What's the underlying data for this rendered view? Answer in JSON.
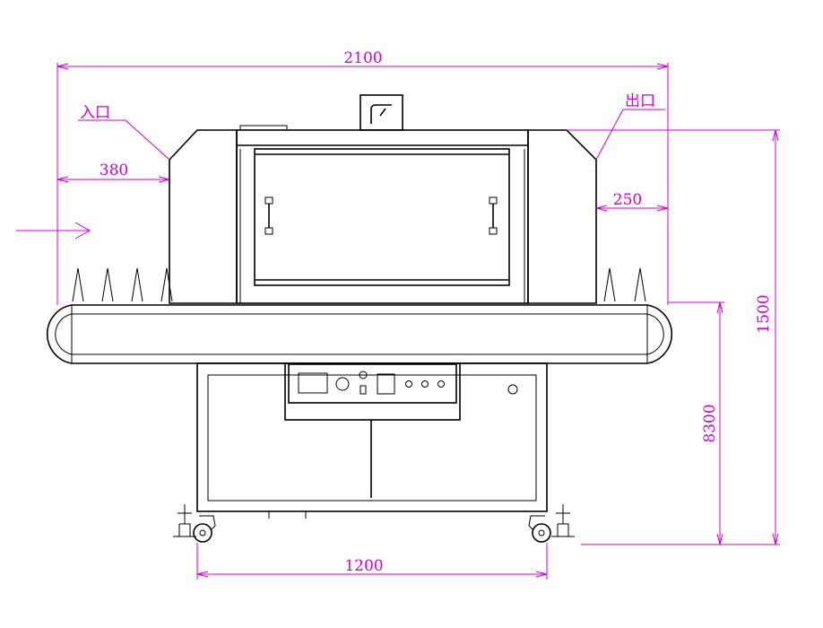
{
  "dimensions": {
    "overall_width": "2100",
    "inlet_offset": "380",
    "outlet_offset": "250",
    "height_total": "1500",
    "height_conveyor": "8300",
    "base_width": "1200"
  },
  "labels": {
    "inlet": "入口",
    "outlet": "出口"
  },
  "colors": {
    "dimension": "#d000d0",
    "outline": "#000000"
  }
}
